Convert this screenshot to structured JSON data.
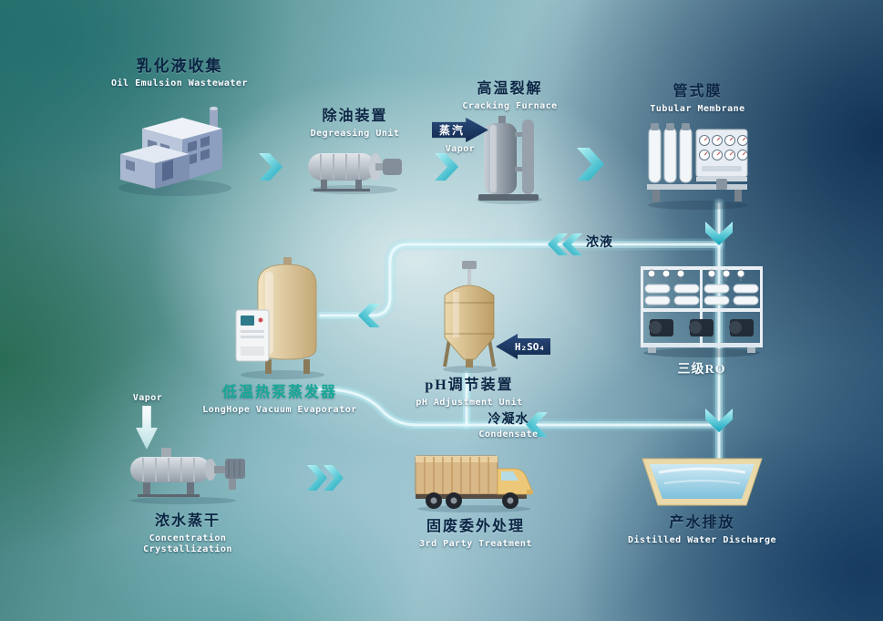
{
  "colors": {
    "pipe_glow": "#aee8f0",
    "chevron_cyan": "#2cc2d4",
    "flow_arrow_navy": "#16325a",
    "label_navy": "#0b2544",
    "evaporator_label_teal": "#15a896",
    "label_white": "#ffffff"
  },
  "nodes": {
    "collection": {
      "zh": "乳化液收集",
      "en": "Oil Emulsion Wastewater"
    },
    "degreasing": {
      "zh": "除油装置",
      "en": "Degreasing Unit"
    },
    "cracking": {
      "zh": "高温裂解",
      "en": "Cracking Furnace"
    },
    "membrane": {
      "zh": "管式膜",
      "en": "Tubular Membrane"
    },
    "ro": {
      "zh": "三级RO"
    },
    "ph": {
      "zh": "pH调节装置",
      "en": "pH Adjustment Unit"
    },
    "evaporator": {
      "zh": "低温热泵蒸发器",
      "en": "LongHope Vacuum Evaporator"
    },
    "crystallizer": {
      "zh": "浓水蒸干",
      "en_line1": "Concentration",
      "en_line2": "Crystallization"
    },
    "truck": {
      "zh": "固废委外处理",
      "en": "3rd Party Treatment"
    },
    "discharge": {
      "zh": "产水排放",
      "en": "Distilled Water Discharge"
    }
  },
  "flows": {
    "steam": {
      "zh": "蒸汽",
      "en": "Vapor"
    },
    "concentrate": {
      "zh": "浓液"
    },
    "acid": {
      "label": "H₂SO₄"
    },
    "condensate": {
      "zh": "冷凝水",
      "en": "Condensate"
    },
    "vapor_out": {
      "en": "Vapor"
    }
  }
}
